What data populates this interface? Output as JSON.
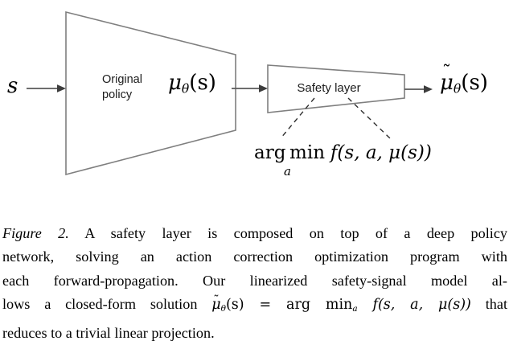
{
  "diagram": {
    "input_label": "s",
    "original_policy_line1": "Original",
    "original_policy_line2": "policy",
    "mu": "μ",
    "theta_sub": "θ",
    "paren_s": "(s)",
    "safety_layer_label": "Safety layer",
    "tilde": "˜",
    "argmin_arg": "arg",
    "argmin_min": "min",
    "argmin_sub": "a",
    "argmin_f": "f",
    "argmin_expr": "(s, a, μ(s))",
    "colors": {
      "outline": "#7f7f7f",
      "arrow_line": "#5a5a5a",
      "arrowhead": "#3d3d3d",
      "dashed": "#2e2e2e"
    }
  },
  "caption": {
    "figure_label": "Figure 2.",
    "line1_rest": "A safety layer is composed on top of a deep policy",
    "line2": "network, solving an action correction optimization program with",
    "line3": "each forward-propagation. Our linearized safety-signal model al-",
    "line4_pre": "lows a closed-form solution",
    "math_mu": "μ",
    "math_tilde": "˜",
    "math_theta": "θ",
    "math_paren_s": "(s)",
    "math_eq": "=",
    "math_argmin": "arg min",
    "math_sub_a": "a",
    "math_f": "f",
    "math_fexpr": "(s, a, μ(s))",
    "line4_post": "that",
    "line5": "reduces to a trivial linear projection."
  }
}
